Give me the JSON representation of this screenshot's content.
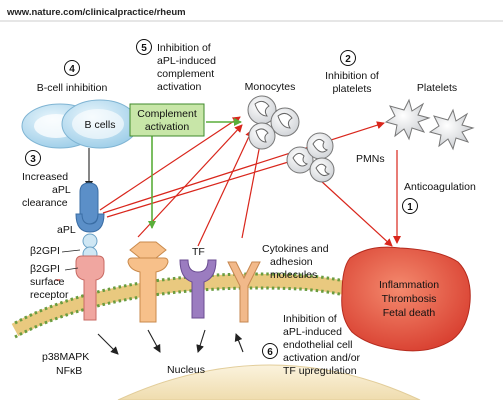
{
  "header": {
    "url": "www.nature.com/clinicalpractice/rheum"
  },
  "steps": {
    "s1": {
      "num": "1",
      "label": "Anticoagulation"
    },
    "s2": {
      "num": "2",
      "line1": "Inhibition of",
      "line2": "platelets"
    },
    "s3": {
      "num": "3",
      "line1": "Increased",
      "line2": "aPL",
      "line3": "clearance"
    },
    "s4": {
      "num": "4",
      "label": "B-cell inhibition"
    },
    "s5": {
      "num": "5",
      "line1": "Inhibition of",
      "line2": "aPL-induced",
      "line3": "complement",
      "line4": "activation"
    },
    "s6": {
      "num": "6",
      "line1": "Inhibition of",
      "line2": "aPL-induced",
      "line3": "endothelial cell",
      "line4": "activation and/or",
      "line5": "TF upregulation"
    }
  },
  "labels": {
    "b_cells": "B cells",
    "complement_line1": "Complement",
    "complement_line2": "activation",
    "monocytes": "Monocytes",
    "platelets": "Platelets",
    "pmns": "PMNs",
    "apl": "aPL",
    "b2gpi": "β2GPI",
    "b2gpi_receptor_line1": "β2GPI",
    "b2gpi_receptor_line2": "surface",
    "b2gpi_receptor_line3": "receptor",
    "tf": "TF",
    "cytokines_line1": "Cytokines and",
    "cytokines_line2": "adhesion",
    "cytokines_line3": "molecules",
    "p38": "p38MAPK",
    "nfkb": "NFκB",
    "nucleus": "Nucleus",
    "outcome_line1": "Inflammation",
    "outcome_line2": "Thrombosis",
    "outcome_line3": "Fetal death"
  },
  "colors": {
    "red_arrow": "#d9261c",
    "green_arrow": "#5aae3a",
    "complement_fill": "#c8e6a8",
    "complement_stroke": "#3f8a2b",
    "outcome_fill": "#e05040",
    "bcell_fill": "#bfe0f2",
    "apl_fill": "#5b8fc8",
    "nucleus_fill": "#f6ecd0"
  },
  "icons": [
    "b-cell-icon",
    "monocyte-icon",
    "platelet-icon",
    "pmn-icon",
    "apl-antibody-icon",
    "receptor-icon",
    "tf-icon",
    "cytokine-icon",
    "membrane-icon",
    "nucleus-icon"
  ]
}
